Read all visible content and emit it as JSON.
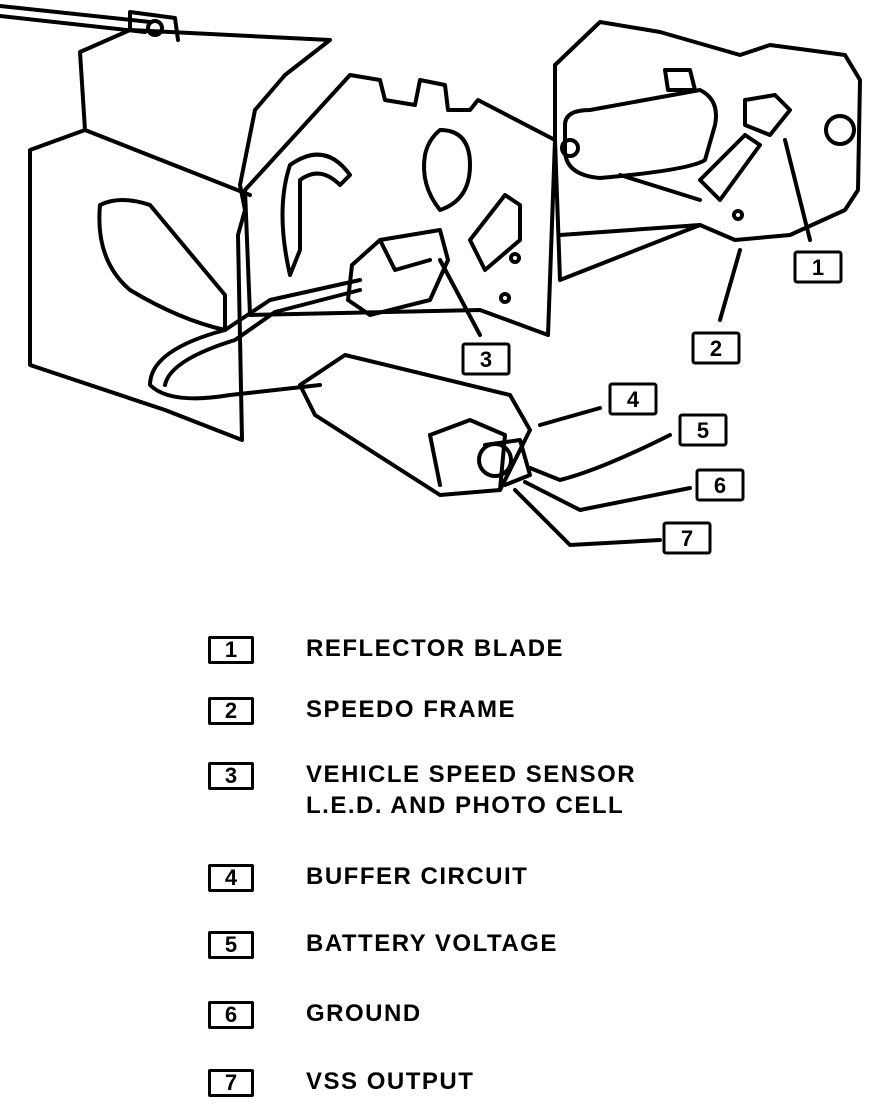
{
  "legend": [
    {
      "num": "1",
      "lines": [
        "REFLECTOR BLADE"
      ]
    },
    {
      "num": "2",
      "lines": [
        "SPEEDO FRAME"
      ]
    },
    {
      "num": "3",
      "lines": [
        "VEHICLE SPEED SENSOR",
        "L.E.D. AND PHOTO CELL"
      ]
    },
    {
      "num": "4",
      "lines": [
        "BUFFER CIRCUIT"
      ]
    },
    {
      "num": "5",
      "lines": [
        "BATTERY VOLTAGE"
      ]
    },
    {
      "num": "6",
      "lines": [
        "GROUND"
      ]
    },
    {
      "num": "7",
      "lines": [
        "VSS OUTPUT"
      ]
    }
  ],
  "callouts": [
    "1",
    "2",
    "3",
    "4",
    "5",
    "6",
    "7"
  ]
}
